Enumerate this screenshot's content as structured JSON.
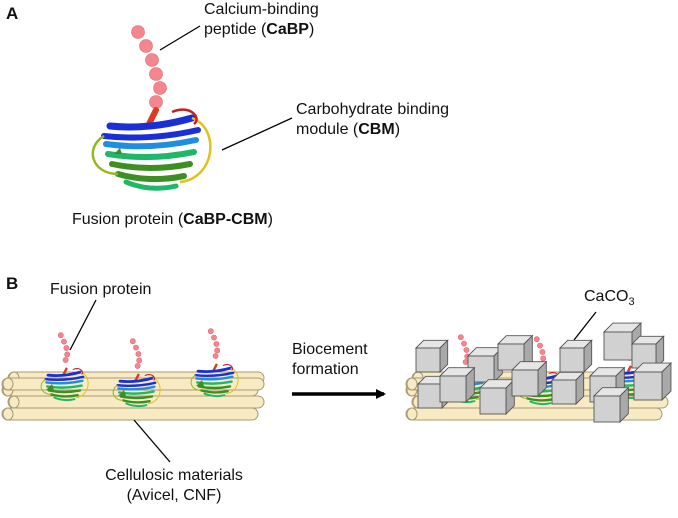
{
  "panel_a": {
    "letter": "A",
    "cabp_label": {
      "line1": "Calcium-binding",
      "line2_prefix": "peptide (",
      "line2_bold": "CaBP",
      "line2_suffix": ")"
    },
    "cbm_label": {
      "line1": "Carbohydrate binding",
      "line2_prefix": "module (",
      "line2_bold": "CBM",
      "line2_suffix": ")"
    },
    "fusion_label": {
      "prefix": "Fusion protein (",
      "bold": "CaBP-CBM",
      "suffix": ")"
    }
  },
  "panel_b": {
    "letter": "B",
    "fusion_label": "Fusion protein",
    "arrow_label": {
      "line1": "Biocement",
      "line2": "formation"
    },
    "caco3_label": {
      "main": "CaCO",
      "sub": "3"
    },
    "cellulose_label": {
      "line1": "Cellulosic materials",
      "line2": "(Avicel, CNF)"
    }
  },
  "colors": {
    "peptide_bead": "#f4868e",
    "fiber_fill": "#f8ebc4",
    "fiber_stroke": "#a79a74",
    "cube_front": "#d1d1d1",
    "cube_top": "#e6e6e6",
    "cube_side": "#a9a9a9",
    "ribbon": [
      "#1b2fd6",
      "#1f8ee0",
      "#1fb86a",
      "#3d8f23",
      "#93b71f",
      "#e0c21e",
      "#e03a1e",
      "#c81e1e"
    ]
  }
}
